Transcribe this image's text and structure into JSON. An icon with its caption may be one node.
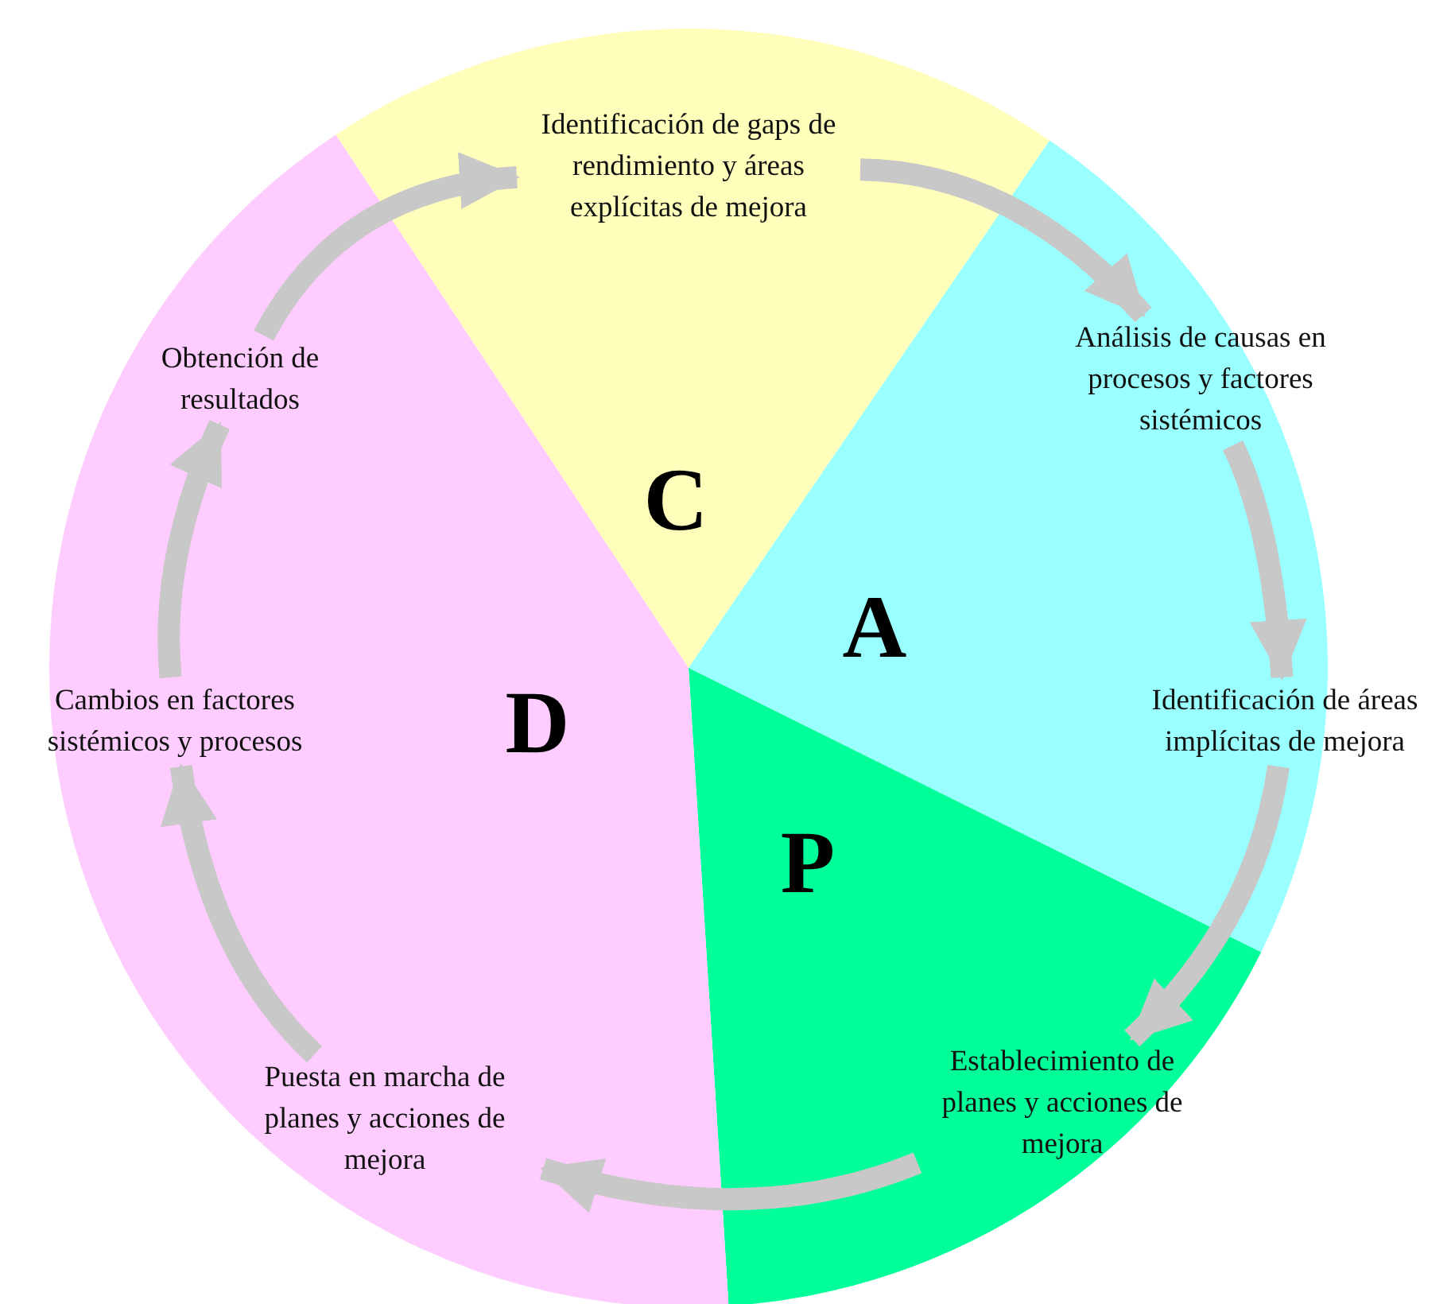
{
  "diagram": {
    "nodes": [
      {
        "text": [
          "C"
        ]
      },
      {
        "text": [
          "Identificación de gaps de rendimiento y áreas explícitas de mejora"
        ]
      },
      {
        "text": [
          "A"
        ]
      },
      {
        "text": [
          "Análisis de causas en procesos y factores sistémicos"
        ]
      },
      {
        "text": [
          "Identificación de áreas implícitas de mejora"
        ]
      },
      {
        "text": [
          "P"
        ]
      },
      {
        "text": [
          "Establecimiento de planes y acciones de mejora"
        ]
      },
      {
        "text": [
          "D"
        ]
      },
      {
        "text": [
          "Puesta en marcha de planes y acciones de mejora"
        ]
      },
      {
        "text": [
          "Cambios en factores sistémicos y procesos"
        ]
      },
      {
        "text": [
          "Obtención de resultados"
        ]
      }
    ],
    "edges": [
      {
        "from": 1,
        "to": 3,
        "arrow": "to"
      },
      {
        "from": 3,
        "to": 4,
        "arrow": "to"
      },
      {
        "from": 4,
        "to": 6,
        "arrow": "to"
      },
      {
        "from": 6,
        "to": 8,
        "arrow": "to"
      },
      {
        "from": 8,
        "to": 9,
        "arrow": "to"
      },
      {
        "from": 9,
        "to": 10,
        "arrow": "to"
      },
      {
        "from": 10,
        "to": 1,
        "arrow": "to"
      }
    ]
  }
}
